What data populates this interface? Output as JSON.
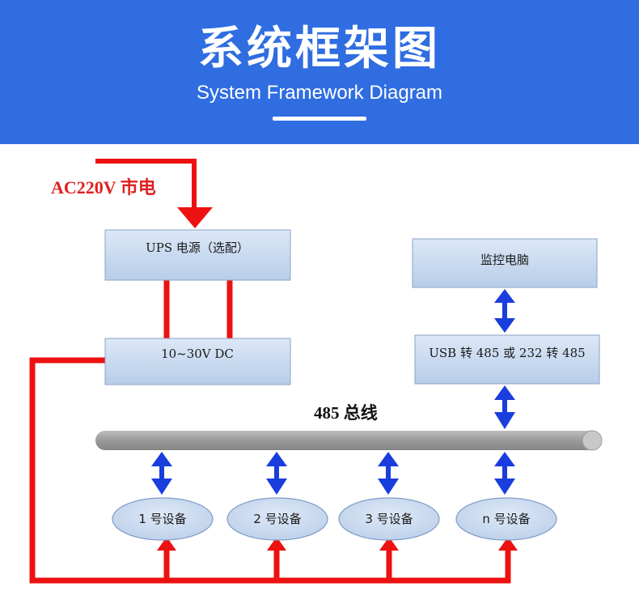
{
  "header": {
    "title": "系统框架图",
    "subtitle": "System Framework Diagram"
  },
  "diagram": {
    "ac_label": "AC220V  市电",
    "ups_box": "UPS 电源（选配）",
    "dc_box": "10~30V DC",
    "monitor_box": "监控电脑",
    "converter_box": "USB 转 485 或 232 转 485",
    "bus_label": "485 总线",
    "devices": [
      "1 号设备",
      "2 号设备",
      "3 号设备",
      "n 号设备"
    ],
    "colors": {
      "banner": "#2f6de1",
      "box_fill": "#c6d9f0",
      "power_line": "#ee1111",
      "comm_arrow": "#1a3ddd",
      "bus": "#a6a6a6"
    }
  }
}
